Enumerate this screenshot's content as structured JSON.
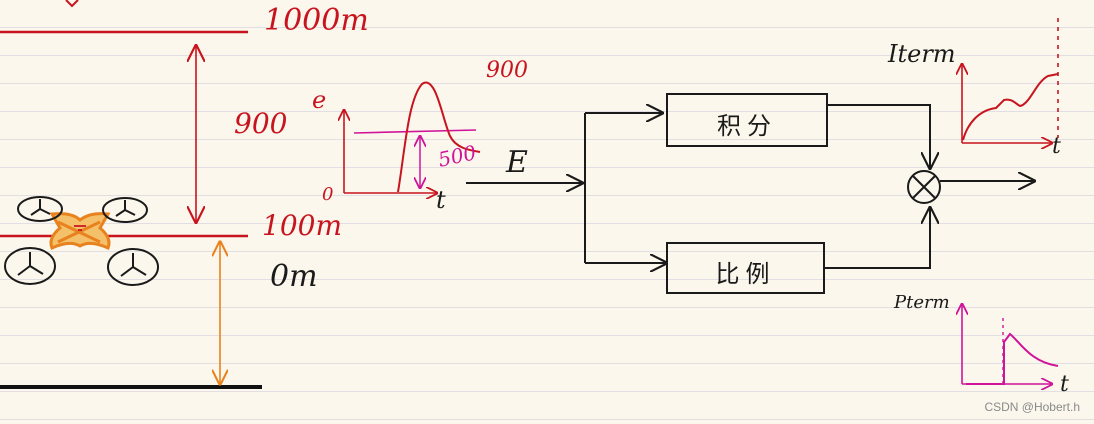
{
  "altitude": {
    "top_label": "1000m",
    "gap_label": "900",
    "mid_label": "100m",
    "ground_label": "0m"
  },
  "error_plot": {
    "y_axis_label": "e",
    "origin_label": "0",
    "x_axis_label": "t",
    "peak_label": "900",
    "level_label": "500"
  },
  "signal_label": "E",
  "blocks": {
    "integral": "积分",
    "proportional": "比例"
  },
  "iterm_plot": {
    "y_axis_label": "Iterm",
    "x_axis_label": "t"
  },
  "pterm_plot": {
    "y_axis_label": "Pterm",
    "x_axis_label": "t"
  },
  "watermark": "CSDN @Hobert.h",
  "colors": {
    "red": "#c8141e",
    "orange": "#e8821e",
    "magenta": "#d0149a",
    "black": "#1a1a1a"
  }
}
